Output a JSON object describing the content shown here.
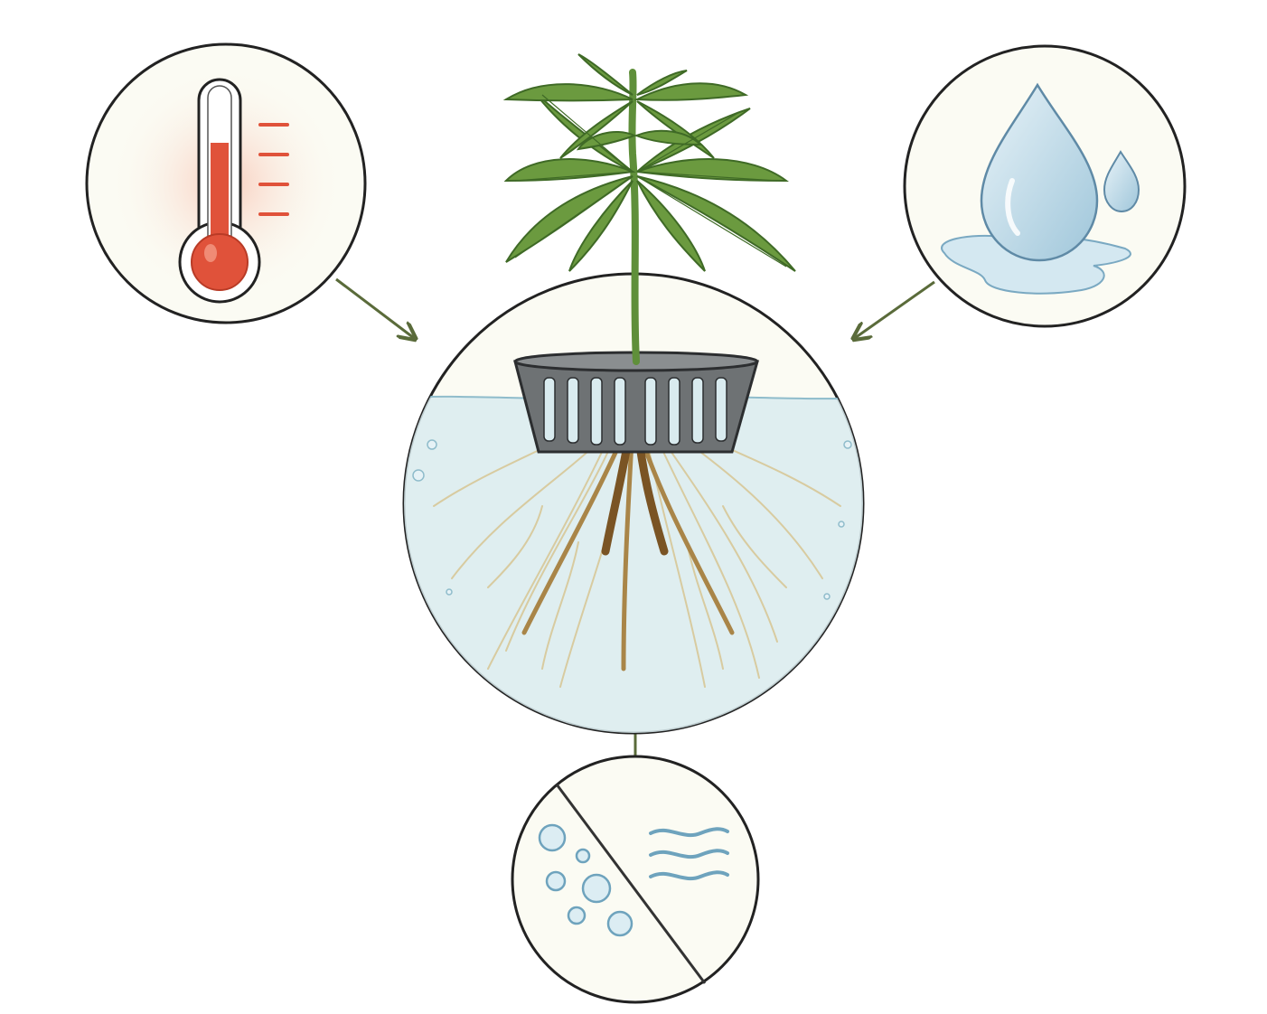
{
  "diagram": {
    "central": {
      "name": "plant-root-zone",
      "elements": [
        "plant-leaves",
        "net-pot-icon",
        "water-surface",
        "roots"
      ]
    },
    "factors": [
      {
        "name": "temperature",
        "icon": "thermometer-icon",
        "color": "#e0523a"
      },
      {
        "name": "water",
        "icon": "water-drop-icon",
        "color": "#a9cde0"
      },
      {
        "name": "aeration",
        "icon": "bubbles-vs-flow-icon",
        "color": "#8fb9cc"
      }
    ],
    "colors": {
      "outline": "#222222",
      "arrow": "#5a6b3a",
      "panel_bg": "#fbfbf3",
      "leaf": "#5f8f3a",
      "leaf_dark": "#3f6a26",
      "water": "#d9ebef",
      "root_light": "#d8cba0",
      "root_dark": "#7a5424",
      "pot": "#4a4d4f"
    }
  }
}
